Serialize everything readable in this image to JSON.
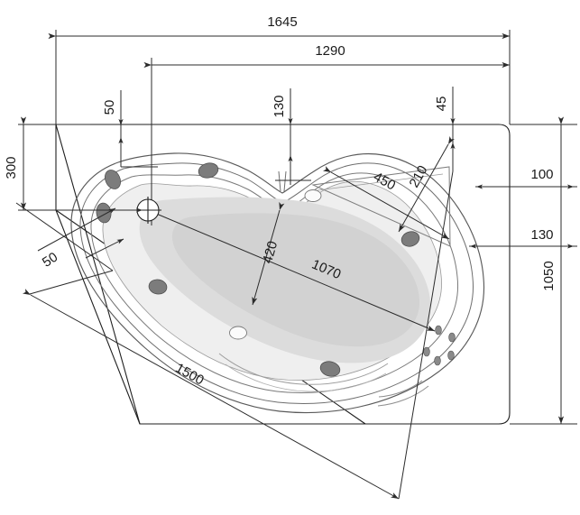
{
  "drawing": {
    "title": "Corner Bath Dimensional Drawing",
    "units": "mm",
    "colors": {
      "background": "#ffffff",
      "line": "#2b2b2b",
      "panel_fill": "#f0f0f0",
      "rim_fill": "#f7f7f7",
      "basin_fill": "#e4e4e4",
      "seat_fill": "#d8d8d8",
      "jet_dark": "#7c7c7c",
      "text": "#1a1a1a"
    }
  },
  "dimensions": {
    "overall_width": {
      "value": "1645",
      "name": "overall-width",
      "orientation": "horizontal",
      "position": "top-outer"
    },
    "inner_width": {
      "value": "1290",
      "name": "inner-width",
      "orientation": "horizontal",
      "position": "top-inner"
    },
    "left_offset_top": {
      "value": "50",
      "name": "left-top-offset",
      "orientation": "vertical-rotated",
      "position": "top-left-leader"
    },
    "center_offset_top": {
      "value": "130",
      "name": "center-top-offset",
      "orientation": "vertical-rotated",
      "position": "top-center-leader"
    },
    "right_offset_top": {
      "value": "45",
      "name": "right-top-offset",
      "orientation": "vertical-rotated",
      "position": "top-right-leader"
    },
    "left_height": {
      "value": "300",
      "name": "left-height",
      "orientation": "vertical-rotated",
      "position": "left-outer"
    },
    "corner_offset": {
      "value": "50",
      "name": "corner-offset",
      "orientation": "diagonal",
      "position": "lower-left"
    },
    "diagonal_length": {
      "value": "1500",
      "name": "diagonal-length",
      "orientation": "diagonal",
      "position": "bottom-left"
    },
    "basin_width": {
      "value": "420",
      "name": "basin-width",
      "orientation": "diagonal",
      "position": "center"
    },
    "basin_length": {
      "value": "1070",
      "name": "basin-length",
      "orientation": "diagonal",
      "position": "center"
    },
    "backrest_span": {
      "value": "450",
      "name": "backrest-span",
      "orientation": "diagonal",
      "position": "upper-right"
    },
    "backrest_depth": {
      "value": "210",
      "name": "backrest-depth",
      "orientation": "diagonal-rotated",
      "position": "upper-right"
    },
    "right_offset_upper": {
      "value": "100",
      "name": "right-upper-offset",
      "orientation": "horizontal",
      "position": "right-upper"
    },
    "right_offset_lower": {
      "value": "130",
      "name": "right-lower-offset",
      "orientation": "horizontal",
      "position": "right-lower"
    },
    "overall_depth": {
      "value": "1050",
      "name": "overall-depth",
      "orientation": "vertical-rotated",
      "position": "right-outer"
    }
  }
}
